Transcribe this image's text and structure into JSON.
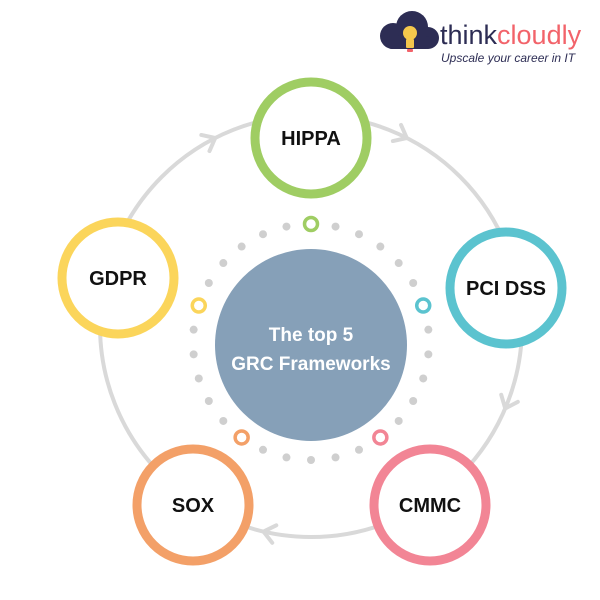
{
  "brand": {
    "name_part1": "think",
    "name_part2": "cloudly",
    "tagline": "Upscale your career in IT",
    "colors": {
      "dark": "#2d2d54",
      "accent": "#f2636a",
      "bulb": "#f5c84c"
    },
    "icon": "cloud-bulb-logo-icon"
  },
  "center": {
    "line1": "The top 5",
    "line2": "GRC Frameworks",
    "color": "#86a0b8"
  },
  "nodes": [
    {
      "label": "HIPPA",
      "color": "#9fcd63"
    },
    {
      "label": "PCI DSS",
      "color": "#5bc3cf"
    },
    {
      "label": "CMMC",
      "color": "#f28595"
    },
    {
      "label": "SOX",
      "color": "#f3a068"
    },
    {
      "label": "GDPR",
      "color": "#fbd55b"
    }
  ],
  "ring_color": "#d9d9d9",
  "dot_color": "#cfcfcf"
}
